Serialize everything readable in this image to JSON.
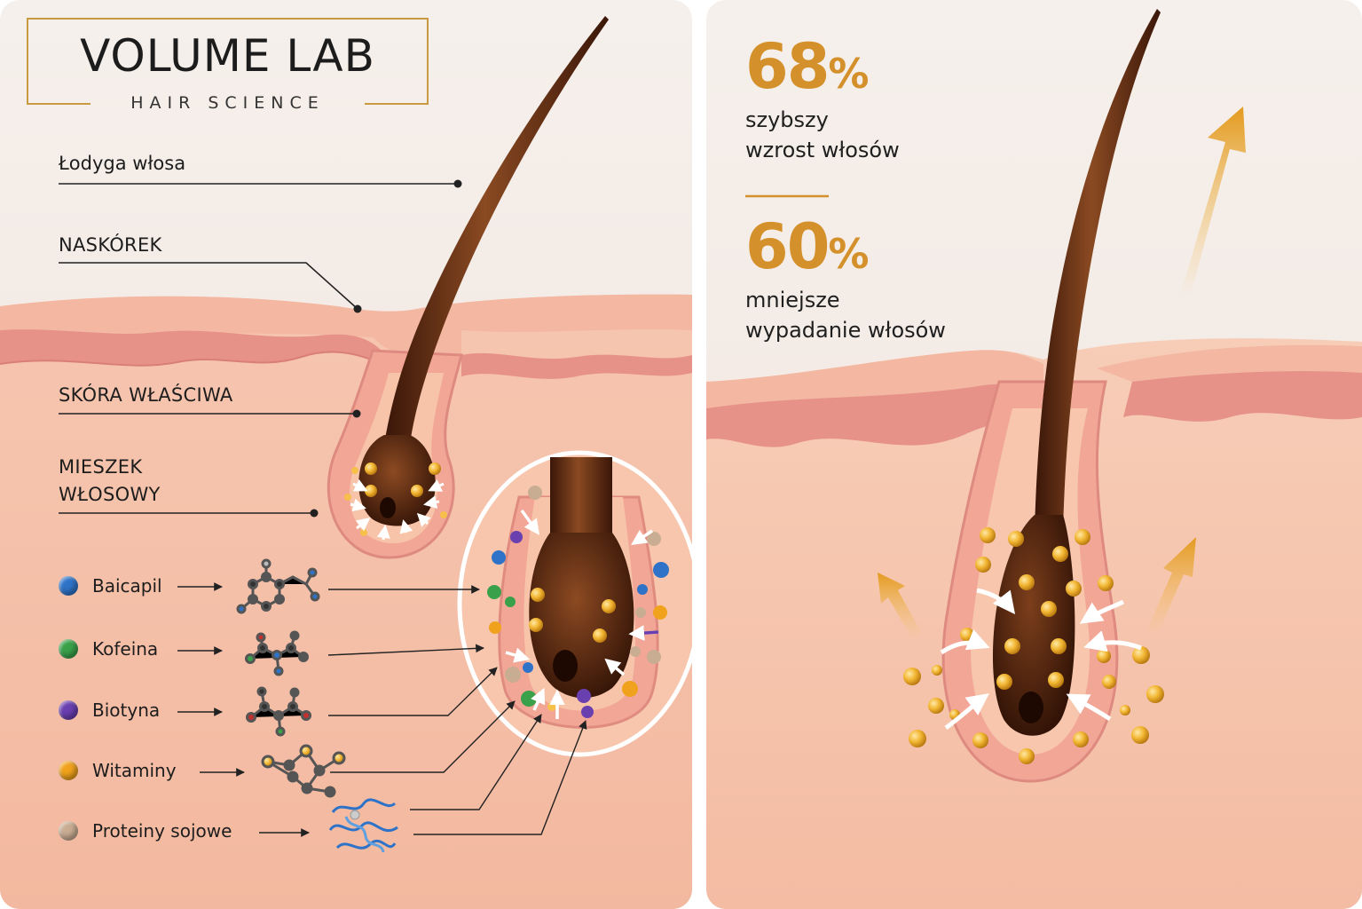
{
  "brand": {
    "title": "VOLUME LAB",
    "subtitle": "HAIR SCIENCE"
  },
  "anatomy_labels": {
    "hair_shaft": "Łodyga włosa",
    "epidermis": "NASKÓREK",
    "dermis": "SKÓRA WŁAŚCIWA",
    "follicle_line1": "MIESZEK",
    "follicle_line2": "WŁOSOWY"
  },
  "ingredients": [
    {
      "label": "Baicapil",
      "color": "#2f73c8",
      "icon": "molecule-icon"
    },
    {
      "label": "Kofeina",
      "color": "#3aa14a",
      "icon": "molecule-icon"
    },
    {
      "label": "Biotyna",
      "color": "#6a3fb0",
      "icon": "molecule-icon"
    },
    {
      "label": "Witaminy",
      "color": "#f0a21c",
      "icon": "molecule-icon"
    },
    {
      "label": "Proteiny sojowe",
      "color": "#c9ad93",
      "icon": "protein-icon"
    }
  ],
  "stats": [
    {
      "value": "68",
      "unit": "%",
      "line1": "szybszy",
      "line2": "wzrost włosów"
    },
    {
      "value": "60",
      "unit": "%",
      "line1": "mniejsze",
      "line2": "wypadanie włosów"
    }
  ],
  "colors": {
    "accent": "#d4902a",
    "skin": "#f4c1aa",
    "epidermis": "#e98f86",
    "hair": "#5a2a12"
  }
}
